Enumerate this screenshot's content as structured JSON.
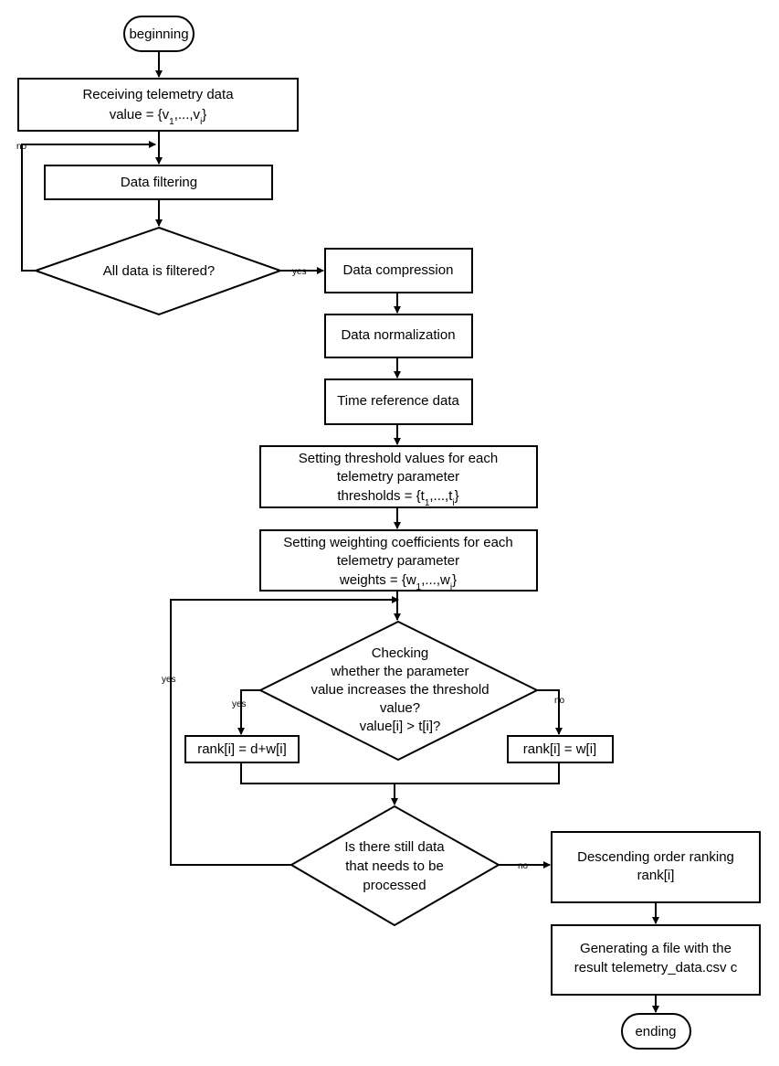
{
  "nodes": {
    "start": "beginning",
    "receive_line1": "Receiving telemetry data",
    "receive_line2_prefix": "value = {v",
    "receive_line2_sub1": "1",
    "receive_line2_mid": ",...,v",
    "receive_line2_sub2": "i",
    "receive_line2_suffix": "}",
    "filtering": "Data filtering",
    "filtered_check": "All data is filtered?",
    "compression": "Data compression",
    "normalization": "Data normalization",
    "time_reference": "Time reference data",
    "thresholds_line1": "Setting threshold values for each",
    "thresholds_line2": "telemetry parameter",
    "thresholds_line3_prefix": "thresholds = {t",
    "thresholds_line3_sub1": "1",
    "thresholds_line3_mid": ",...,t",
    "thresholds_line3_sub2": "i",
    "thresholds_line3_suffix": "}",
    "weights_line1": "Setting weighting coefficients for each",
    "weights_line2": "telemetry parameter",
    "weights_line3_prefix": "weights = {w",
    "weights_line3_sub1": "1",
    "weights_line3_mid": ",...,w",
    "weights_line3_sub2": "i",
    "weights_line3_suffix": "}",
    "check_line1": "Checking",
    "check_line2": "whether the parameter",
    "check_line3": "value increases the threshold",
    "check_line4": "value?",
    "check_line5": "value[i] > t[i]?",
    "rank_yes": "rank[i] = d+w[i]",
    "rank_no": "rank[i] = w[i]",
    "more_data_line1": "Is there still data",
    "more_data_line2": "that needs to be",
    "more_data_line3": "processed",
    "ranking_line1": "Descending order ranking",
    "ranking_line2": "rank[i]",
    "output_line1": "Generating a file with the",
    "output_line2": "result telemetry_data.csv c",
    "end": "ending"
  },
  "edge_labels": {
    "filter_no": "no",
    "filter_yes": "yes",
    "loop_yes": "yes",
    "check_yes": "yes",
    "check_no": "no",
    "more_no": "no"
  }
}
